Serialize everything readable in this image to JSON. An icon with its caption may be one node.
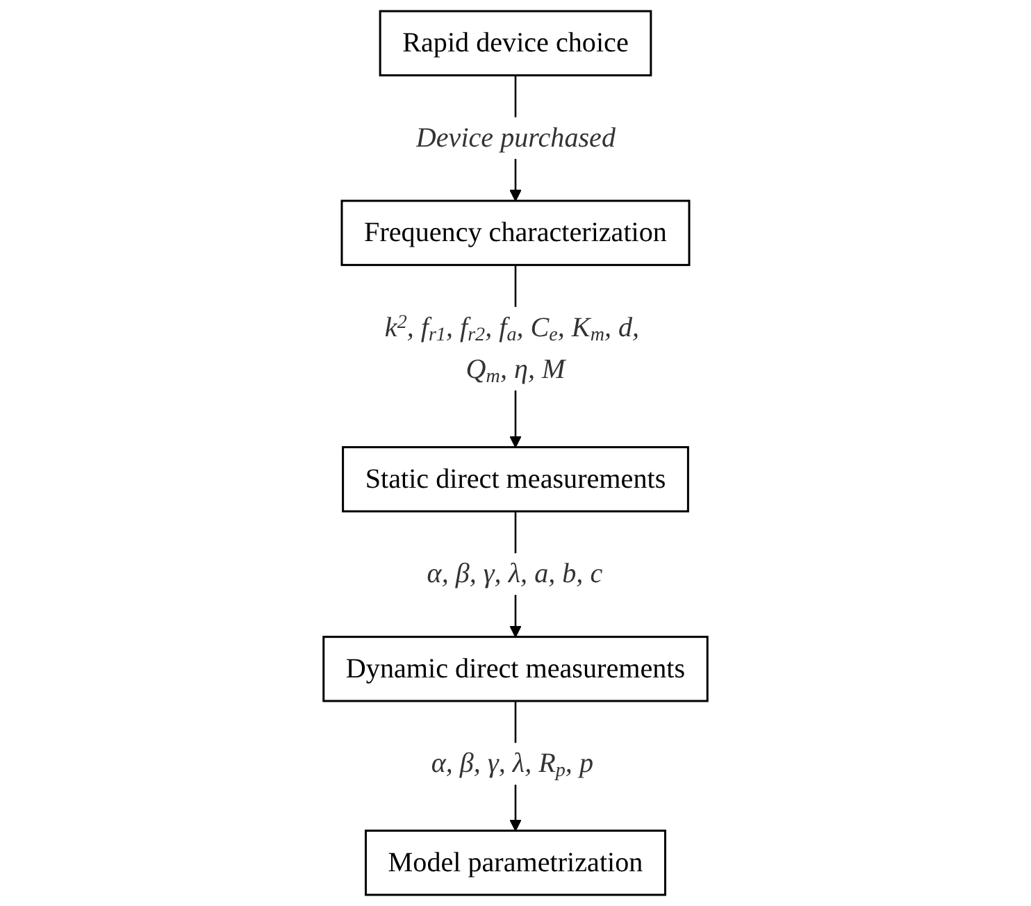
{
  "diagram": {
    "nodes": [
      {
        "text": [
          "Rapid device choice"
        ]
      },
      {
        "text": [
          "Frequency characterization"
        ]
      },
      {
        "text": [
          "Static direct measurements"
        ]
      },
      {
        "text": [
          "Dynamic direct measurements"
        ]
      },
      {
        "text": [
          "Model parametrization"
        ]
      }
    ],
    "edges": [
      {
        "from": 0,
        "to": 1,
        "arrow": "to",
        "label": "Device purchased"
      },
      {
        "from": 1,
        "to": 2,
        "arrow": "to",
        "label": "k$^{2}$, f$_{r1}$, f$_{r2}$, f$_{a}$, C$_{e}$, K$_{m}$, d, Q$_{m}$, η, M"
      },
      {
        "from": 2,
        "to": 3,
        "arrow": "to",
        "label": "α, β, γ, λ, a, b, c"
      },
      {
        "from": 3,
        "to": 4,
        "arrow": "to",
        "label": "α, β, γ, λ, R$_{p}$, p"
      }
    ]
  }
}
